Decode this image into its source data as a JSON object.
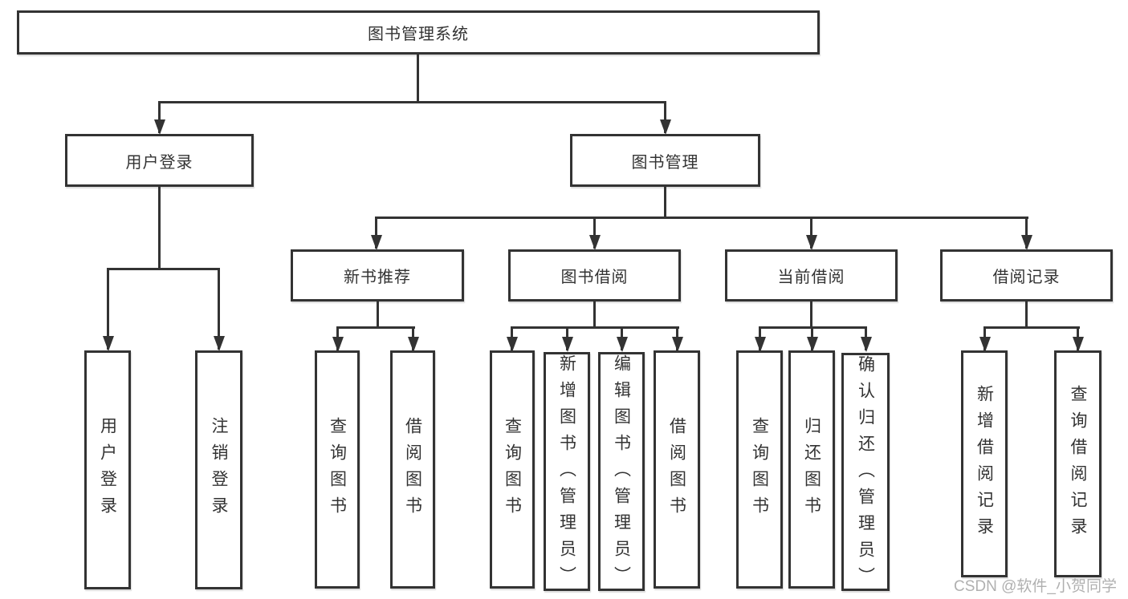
{
  "root": {
    "label": "图书管理系统"
  },
  "level2": {
    "user_login": {
      "label": "用户登录"
    },
    "book_mgmt": {
      "label": "图书管理"
    }
  },
  "user_login_children": [
    {
      "label": "用户登录"
    },
    {
      "label": "注销登录"
    }
  ],
  "level3": [
    {
      "label": "新书推荐"
    },
    {
      "label": "图书借阅"
    },
    {
      "label": "当前借阅"
    },
    {
      "label": "借阅记录"
    }
  ],
  "new_book_children": [
    {
      "label": "查询图书"
    },
    {
      "label": "借阅图书"
    }
  ],
  "book_borrow_children": [
    {
      "label": "查询图书"
    },
    {
      "label": "新增图书（管理员）"
    },
    {
      "label": "编辑图书（管理员）"
    },
    {
      "label": "借阅图书"
    }
  ],
  "current_borrow_children": [
    {
      "label": "查询图书"
    },
    {
      "label": "归还图书"
    },
    {
      "label": "确认归还（管理员）"
    }
  ],
  "borrow_record_children": [
    {
      "label": "新增借阅记录"
    },
    {
      "label": "查询借阅记录"
    }
  ],
  "watermark": {
    "text": "CSDN @软件_小贺同学"
  },
  "colors": {
    "line": "#333333",
    "text": "#333333",
    "box_background": "#ffffff",
    "watermark": "#b0b0b0",
    "background": "#ffffff"
  }
}
